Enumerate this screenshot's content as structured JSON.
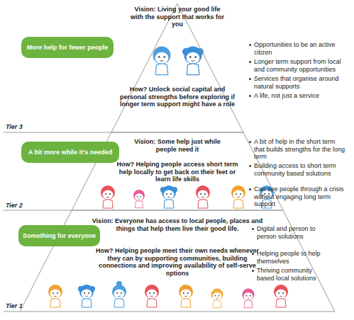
{
  "diagram": {
    "nodes": [
      {
        "text": [
          "More help for fewer people"
        ]
      },
      {
        "text": [
          "Vision: Living your good life with the support that works for you",
          "How? Unlock social capital and personal strengths before exploring if longer term support might have a role"
        ]
      },
      {
        "text": [
          "A bit more while it's needed"
        ]
      },
      {
        "text": [
          "Vision: Some help just while people need it",
          "How? Helping people access short term help locally to get back on their feet or learn life skills"
        ]
      },
      {
        "text": [
          "Something for everyone"
        ]
      },
      {
        "text": [
          "Vision: Everyone has access to local people, places and things that help them live their good life.",
          "How? Helping people meet their own needs whenever they can by supporting communities, building connections and improving availability of self-serve options"
        ]
      }
    ],
    "labels": [
      "Opportunities to be an active citizen",
      "Longer term support from local and community opportunities",
      "Services that organise around natural supports",
      "A life, not just a service",
      "Tier 3",
      "A bit of help in the short term that builds strengths for the long term",
      "Building access to short term community based solutions",
      "Can see people through a crisis without engaging long term support",
      "Tier 2",
      "Digital and person to person solutions",
      "Helping people to help themselves",
      "Thriving community based local solutions",
      "Tier 1"
    ]
  }
}
